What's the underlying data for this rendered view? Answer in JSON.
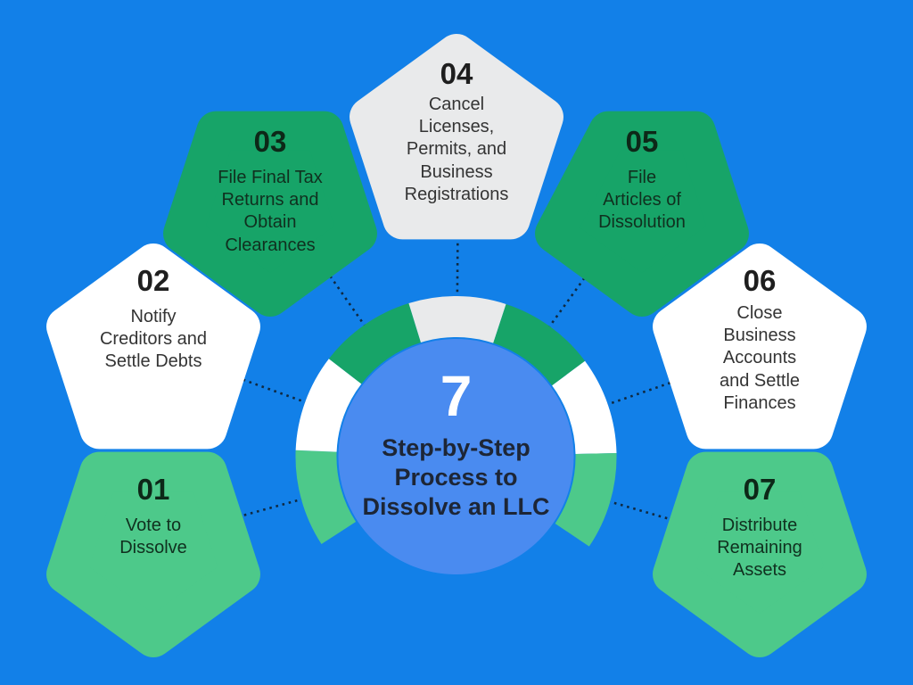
{
  "center": {
    "count": "7",
    "title_lines": [
      "Step-by-Step",
      "Process to",
      "Dissolve an LLC"
    ]
  },
  "steps": [
    {
      "number": "01",
      "label_lines": [
        "Vote to",
        "Dissolve"
      ],
      "color": "#4dc98a"
    },
    {
      "number": "02",
      "label_lines": [
        "Notify",
        "Creditors and",
        "Settle Debts"
      ],
      "color": "#ffffff"
    },
    {
      "number": "03",
      "label_lines": [
        "File Final Tax",
        "Returns and",
        "Obtain",
        "Clearances"
      ],
      "color": "#17a468"
    },
    {
      "number": "04",
      "label_lines": [
        "Cancel",
        "Licenses,",
        "Permits, and",
        "Business",
        "Registrations"
      ],
      "color": "#e9eaeb"
    },
    {
      "number": "05",
      "label_lines": [
        "File",
        "Articles of",
        "Dissolution"
      ],
      "color": "#17a468"
    },
    {
      "number": "06",
      "label_lines": [
        "Close",
        "Business",
        "Accounts",
        "and Settle",
        "Finances"
      ],
      "color": "#ffffff"
    },
    {
      "number": "07",
      "label_lines": [
        "Distribute",
        "Remaining",
        "Assets"
      ],
      "color": "#4dc98a"
    }
  ],
  "colors": {
    "background": "#1280e8",
    "center_circle": "#4a8bf0",
    "green": "#17a468",
    "light_green": "#4dc98a",
    "white": "#ffffff",
    "gray": "#e9eaeb",
    "connector_dots": "#0f2940",
    "center_count_text": "#ffffff",
    "center_title_text": "#1d2636"
  }
}
